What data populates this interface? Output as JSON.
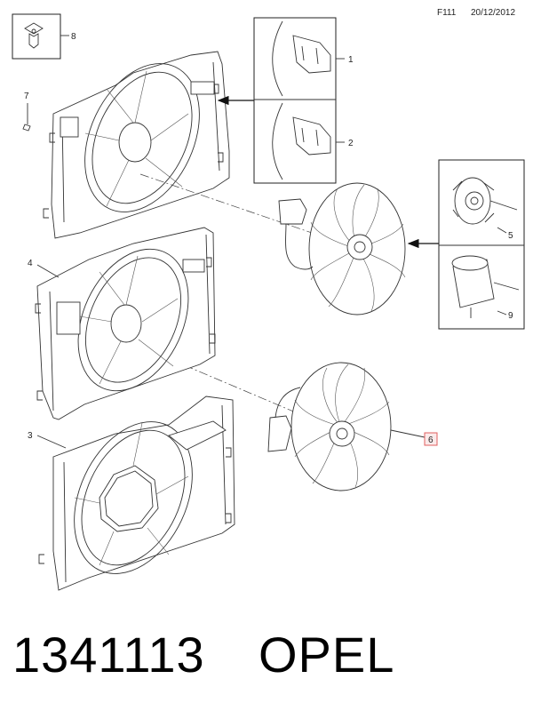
{
  "header": {
    "code": "F111",
    "date": "20/12/2012"
  },
  "callouts": {
    "c1": "1",
    "c2": "2",
    "c3": "3",
    "c4": "4",
    "c5": "5",
    "c6": "6",
    "c7": "7",
    "c8": "8",
    "c9": "9"
  },
  "highlight_color": "#e06060",
  "footer": {
    "part_number": "1341113",
    "brand": "OPEL"
  }
}
